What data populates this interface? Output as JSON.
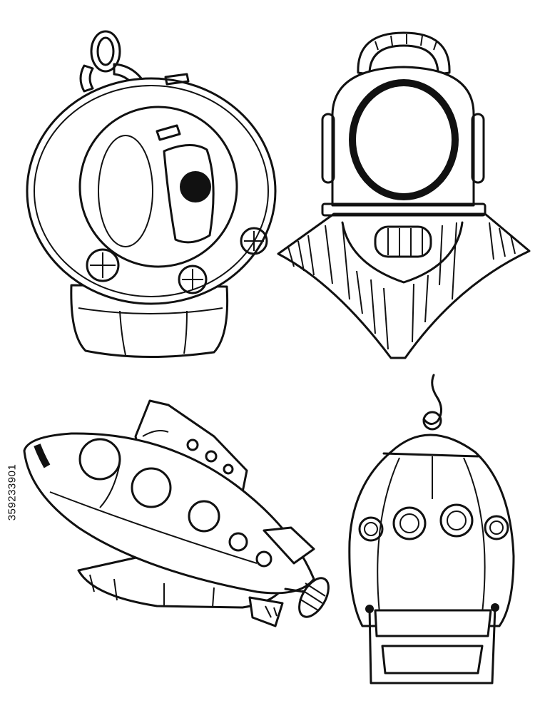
{
  "image": {
    "style": "black line-art coloring page",
    "subjects": [
      "diving-bell",
      "diving-helmet",
      "submarine",
      "bathysphere-capsule"
    ],
    "stock_id": "359233901",
    "colors": {
      "ink": "#111111",
      "paper": "#ffffff"
    }
  }
}
